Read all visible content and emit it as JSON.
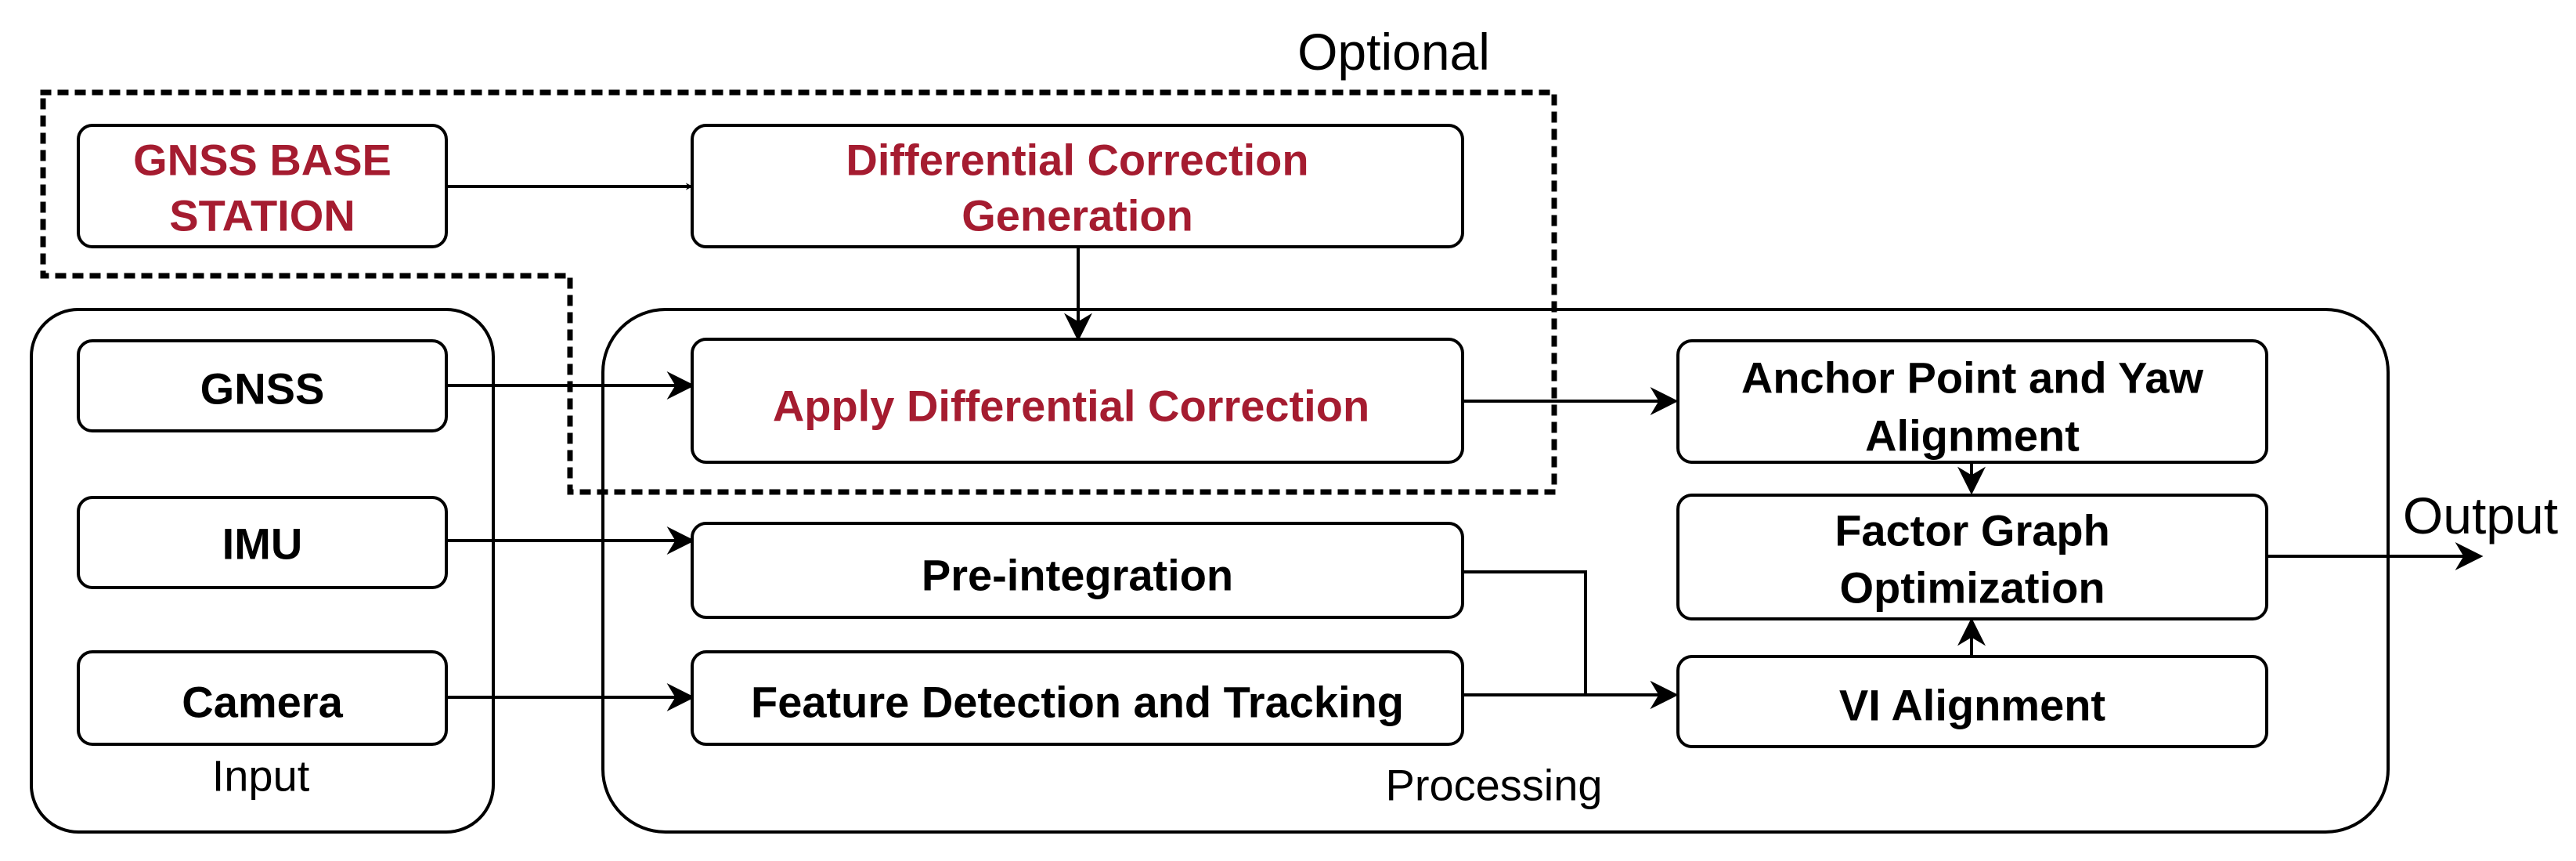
{
  "colors": {
    "highlight": "#a51c30",
    "default": "#000000"
  },
  "labels": {
    "optional": "Optional",
    "input": "Input",
    "processing": "Processing",
    "output": "Output"
  },
  "nodes": {
    "gnss_base_station": {
      "line1": "GNSS BASE",
      "line2": "STATION"
    },
    "diff_correction_generation": {
      "line1": "Differential Correction",
      "line2": "Generation"
    },
    "gnss": {
      "text": "GNSS"
    },
    "imu": {
      "text": "IMU"
    },
    "camera": {
      "text": "Camera"
    },
    "apply_diff_correction": {
      "text": "Apply Differential Correction"
    },
    "pre_integration": {
      "text": "Pre-integration"
    },
    "feature_detection": {
      "text": "Feature Detection and Tracking"
    },
    "anchor_point": {
      "line1": "Anchor Point and Yaw",
      "line2": "Alignment"
    },
    "factor_graph": {
      "line1": "Factor Graph",
      "line2": "Optimization"
    },
    "vi_alignment": {
      "text": "VI Alignment"
    }
  }
}
